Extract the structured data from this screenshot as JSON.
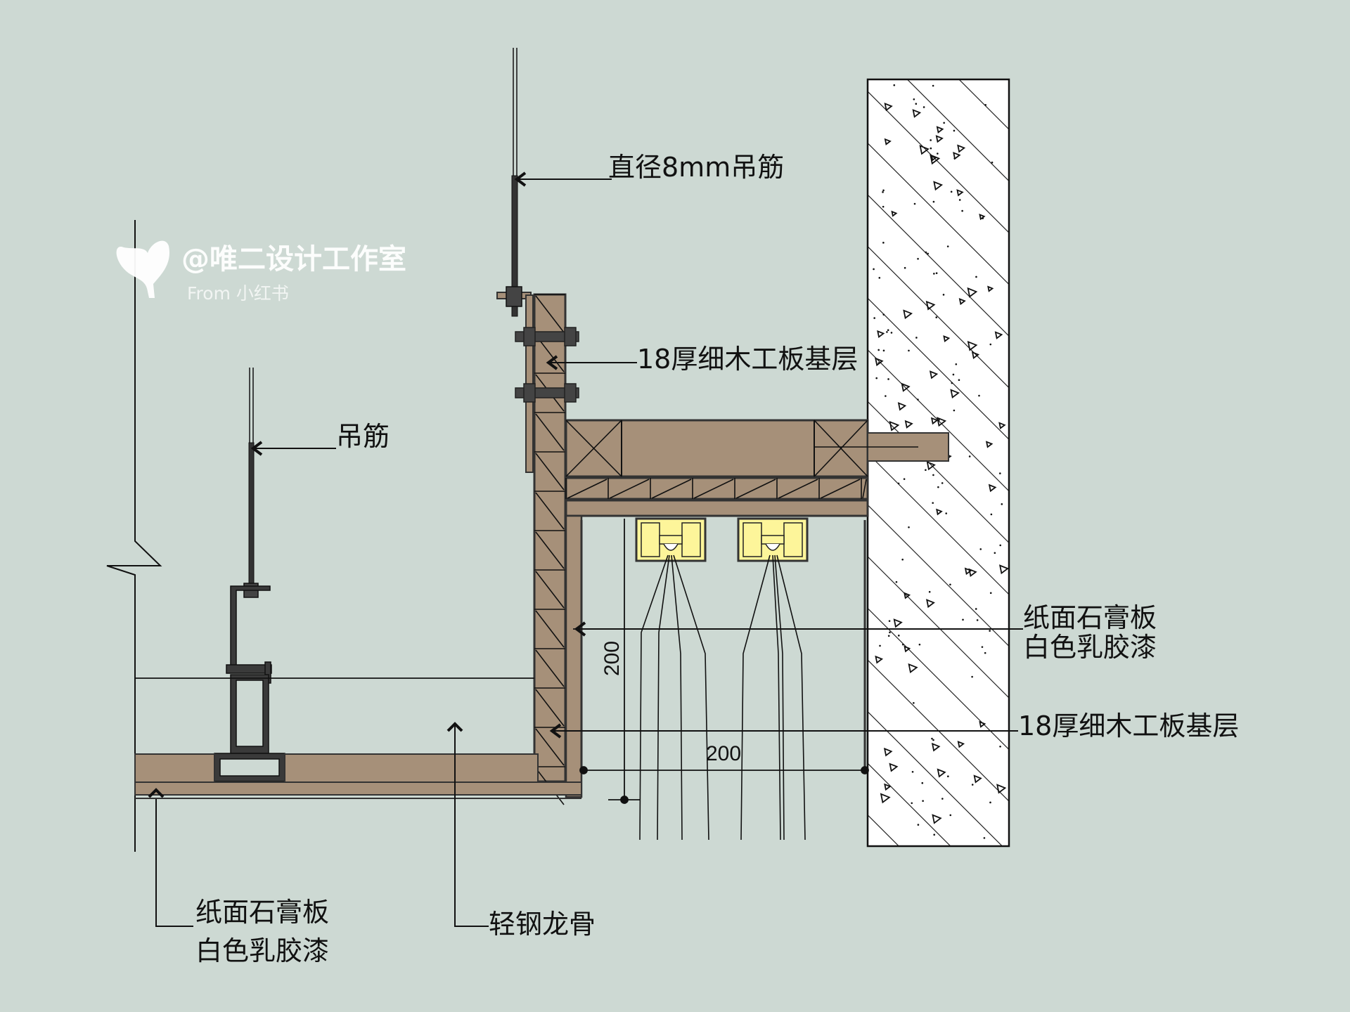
{
  "watermark": {
    "title": "@唯二设计工作室",
    "source": "From 小红书",
    "icon": "heart-sprout-icon"
  },
  "labels": {
    "hanger_8mm": "直径8mm吊筋",
    "hanger": "吊筋",
    "plywood_top": "18厚细木工板基层",
    "gypsum_right_line1": "纸面石膏板",
    "gypsum_right_line2": "白色乳胶漆",
    "plywood_right": "18厚细木工板基层",
    "gypsum_bottom_line1": "纸面石膏板",
    "gypsum_bottom_line2": "白色乳胶漆",
    "steel_keel": "轻钢龙骨"
  },
  "dimensions": {
    "vertical": "200",
    "horizontal": "200"
  },
  "colors": {
    "background": "#cdd9d3",
    "wood": "#a69079",
    "light_fixture": "#fdf59a",
    "line": "#111111",
    "concrete": "#ffffff",
    "steel": "#3a3a3a"
  }
}
